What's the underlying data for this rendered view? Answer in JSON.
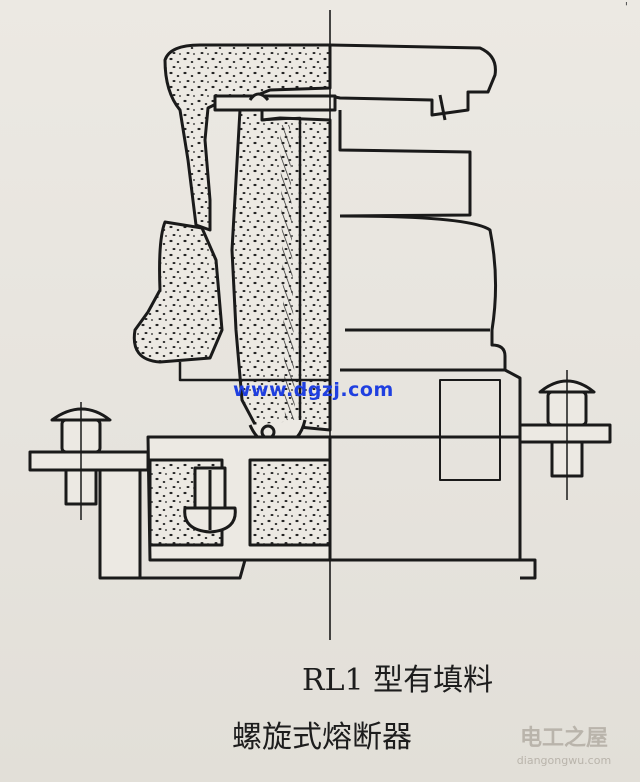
{
  "watermark": "www.dgzj.com",
  "caption": {
    "line1": "RL1 型有填料",
    "line2": "螺旋式熔断器"
  },
  "logo": {
    "title": "电工之屋",
    "url": "diangongwu.com"
  },
  "corner_mark": "'",
  "colors": {
    "ink": "#1a1a1a",
    "paper": "#e9e6e0",
    "watermark": "#1f3fe0",
    "logo": "#b9b4ab"
  }
}
